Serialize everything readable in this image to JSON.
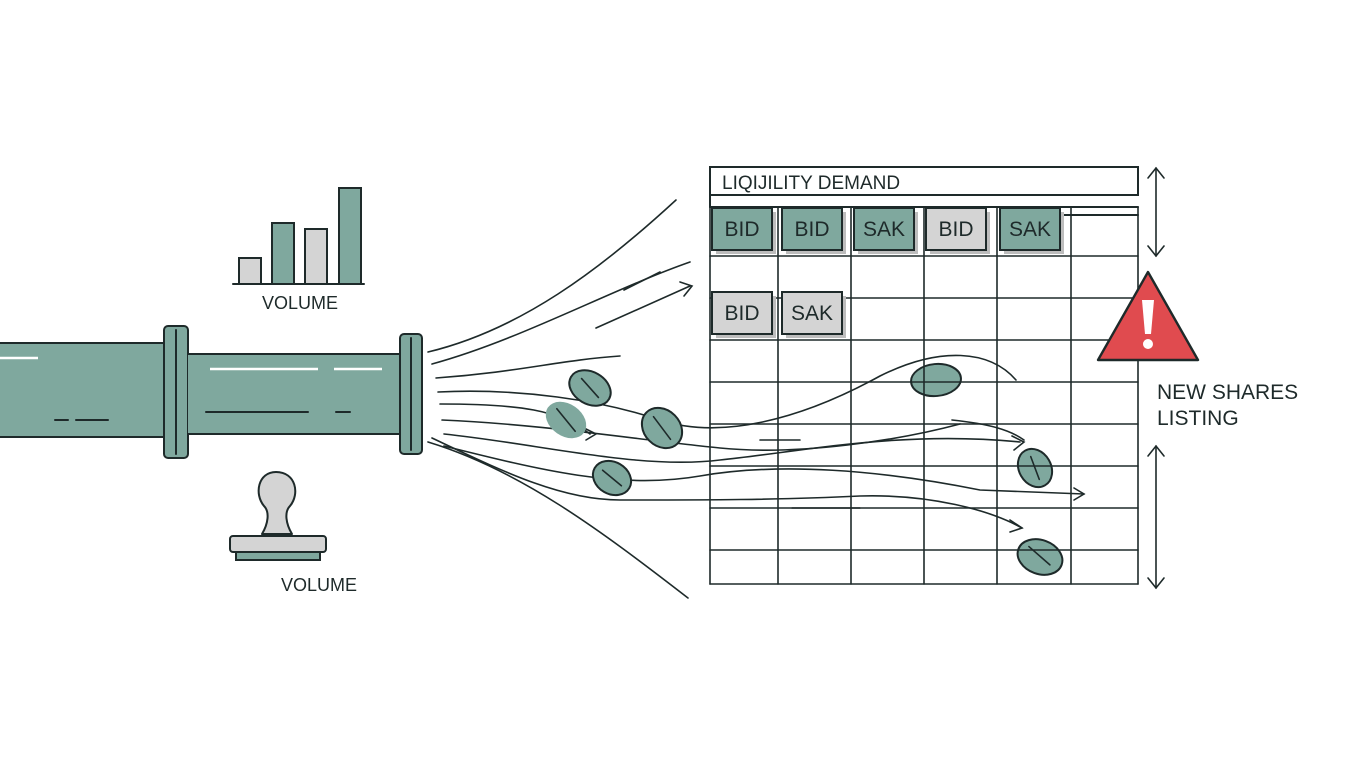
{
  "colors": {
    "teal": "#7fa89e",
    "grey": "#d4d4d4",
    "ink": "#1e2a2a",
    "warning_red": "#e04b4f"
  },
  "volume_chart": {
    "label": "VOLUME",
    "bars": [
      {
        "relative_height": 0.27,
        "color": "grey"
      },
      {
        "relative_height": 0.64,
        "color": "teal"
      },
      {
        "relative_height": 0.57,
        "color": "grey"
      },
      {
        "relative_height": 1.0,
        "color": "teal"
      }
    ]
  },
  "stamp": {
    "label": "VOLUME",
    "icon": "stamp-icon"
  },
  "pipe": {
    "icon": "pipe-icon"
  },
  "order_board": {
    "title": "LIQIJILITY DEMAND",
    "row1": [
      {
        "label": "BID",
        "color": "teal"
      },
      {
        "label": "BID",
        "color": "teal"
      },
      {
        "label": "SAK",
        "color": "teal"
      },
      {
        "label": "BID",
        "color": "grey"
      },
      {
        "label": "SAK",
        "color": "teal"
      }
    ],
    "row2": [
      {
        "label": "BID",
        "color": "grey"
      },
      {
        "label": "SAK",
        "color": "grey"
      }
    ]
  },
  "warning": {
    "icon": "warning-triangle-icon",
    "line1": "NEW SHARES",
    "line2": "LISTING"
  }
}
